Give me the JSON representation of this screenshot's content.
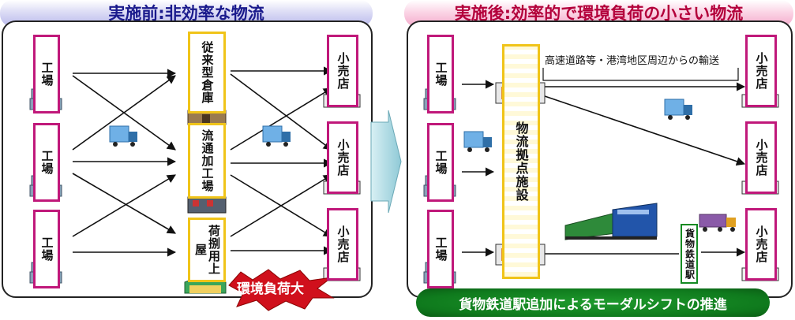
{
  "left": {
    "title": "実施前:非効率な物流",
    "factory_label": "工場",
    "warehouse_label": "従来型倉庫",
    "processing_label": "流通加工場",
    "loading_label": "荷捌用上屋",
    "retail_label": "小売店",
    "burden_label": "環境負荷大"
  },
  "right": {
    "title": "実施後:効率的で環境負荷の小さい物流",
    "factory_label": "工場",
    "hub_label": "物流拠点施設",
    "retail_label": "小売店",
    "note": "高速道路等・港湾地区周辺からの輸送",
    "station_label": "貨物鉄道駅",
    "modal_shift": "貨物鉄道駅追加によるモーダルシフトの推進"
  },
  "colors": {
    "pink_border": "#c0187a",
    "yellow_border": "#f0c419",
    "green": "#138a22",
    "red": "#d0101c"
  }
}
